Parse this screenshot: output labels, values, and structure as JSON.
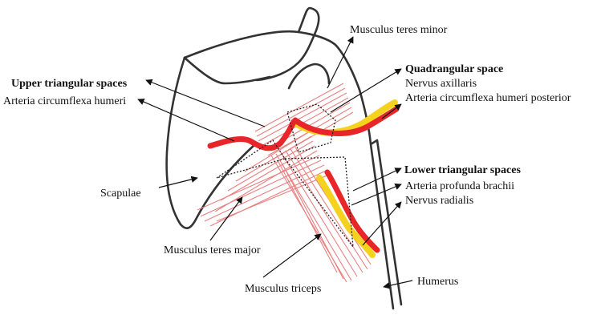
{
  "labels": {
    "teres_minor": "Musculus teres minor",
    "upper_triangular": "Upper triangular spaces",
    "circumflexa_humeri": "Arteria circumflexa humeri",
    "quadrangular": "Quadrangular space",
    "nervus_axillaris": "Nervus axillaris",
    "circumflexa_humeri_posterior": "Arteria circumflexa humeri posterior",
    "lower_triangular": "Lower triangular spaces",
    "profunda_brachii": "Arteria profunda brachii",
    "nervus_radialis": "Nervus radialis",
    "scapulae": "Scapulae",
    "teres_major": "Musculus teres major",
    "triceps": "Musculus triceps",
    "humerus": "Humerus"
  },
  "colors": {
    "artery": "#e8262a",
    "nerve": "#f5d21d",
    "muscle": "#e88080",
    "outline": "#333333",
    "text": "#111111"
  }
}
